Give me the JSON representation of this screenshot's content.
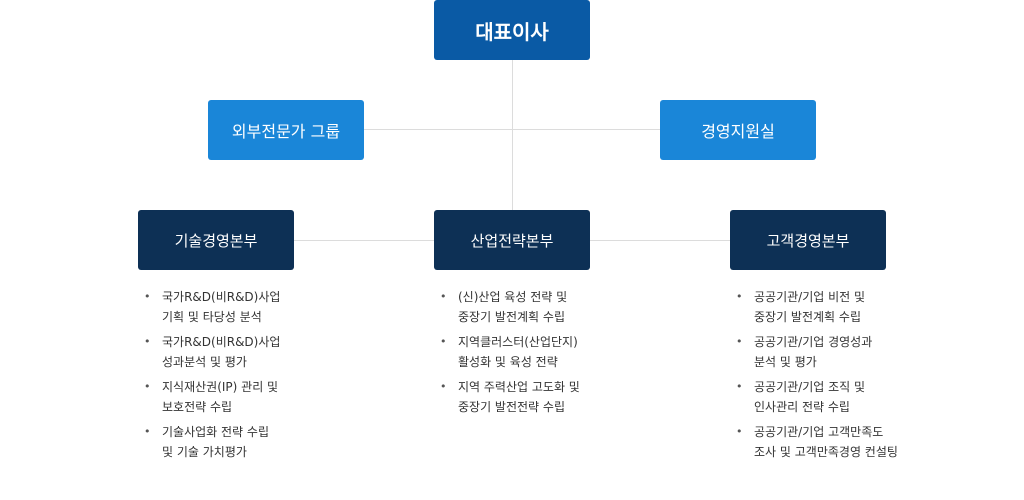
{
  "org": {
    "ceo": "대표이사",
    "staff_left": "외부전문가 그룹",
    "staff_right": "경영지원실",
    "divisions": [
      {
        "name": "기술경영본부",
        "tasks": [
          "국가R&D(비R&D)사업\n기획 및 타당성 분석",
          "국가R&D(비R&D)사업\n성과분석 및 평가",
          "지식재산권(IP) 관리 및\n보호전략 수립",
          "기술사업화 전략 수립\n및 기술 가치평가"
        ]
      },
      {
        "name": "산업전략본부",
        "tasks": [
          "(신)산업 육성 전략 및\n중장기 발전계획 수립",
          "지역클러스터(산업단지)\n활성화 및 육성 전략",
          "지역 주력산업 고도화 및\n중장기 발전전략 수립"
        ]
      },
      {
        "name": "고객경영본부",
        "tasks": [
          "공공기관/기업 비전 및\n중장기 발전계획 수립",
          "공공기관/기업 경영성과\n분석 및 평가",
          "공공기관/기업 조직 및\n인사관리 전략 수립",
          "공공기관/기업 고객만족도\n조사 및 고객만족경영 컨설팅"
        ]
      }
    ]
  },
  "colors": {
    "ceo_box": "#0a5aa5",
    "staff_box": "#1a86d8",
    "division_box": "#0d3055",
    "connector": "#dcdcdc"
  }
}
